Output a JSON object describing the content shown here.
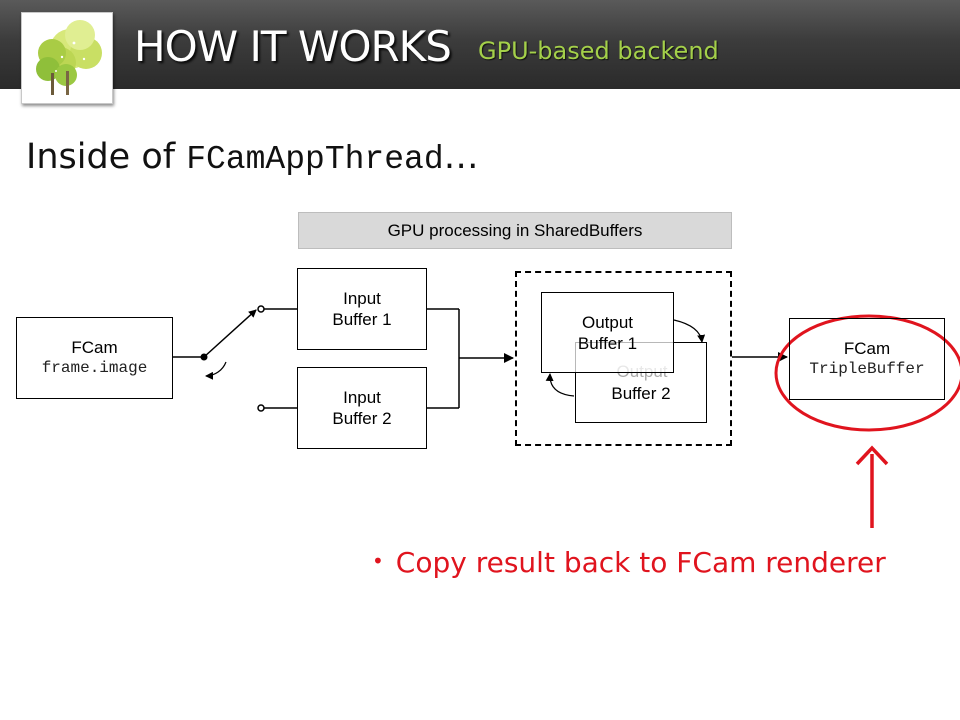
{
  "header": {
    "title": "HOW IT WORKS",
    "subtitle": "GPU-based backend",
    "logo_icon": "tree-logo-icon"
  },
  "heading": {
    "prefix": "Inside of ",
    "code": "FCamAppThread",
    "suffix": "…"
  },
  "diagram": {
    "gpu_bar": "GPU processing in SharedBuffers",
    "source": {
      "line1": "FCam",
      "line2": "frame.image"
    },
    "input1": {
      "line1": "Input",
      "line2": "Buffer 1"
    },
    "input2": {
      "line1": "Input",
      "line2": "Buffer 2"
    },
    "output1": {
      "line1": "Output",
      "line2": "Buffer 1"
    },
    "output2": {
      "line1": "Output",
      "line2": "Buffer 2"
    },
    "target": {
      "line1": "FCam",
      "line2": "TripleBuffer"
    },
    "colors": {
      "highlight": "#e0141e",
      "gpu_bar": "#d9d9d9"
    }
  },
  "caption": {
    "bullet": "•",
    "text": "Copy result back to FCam renderer"
  }
}
